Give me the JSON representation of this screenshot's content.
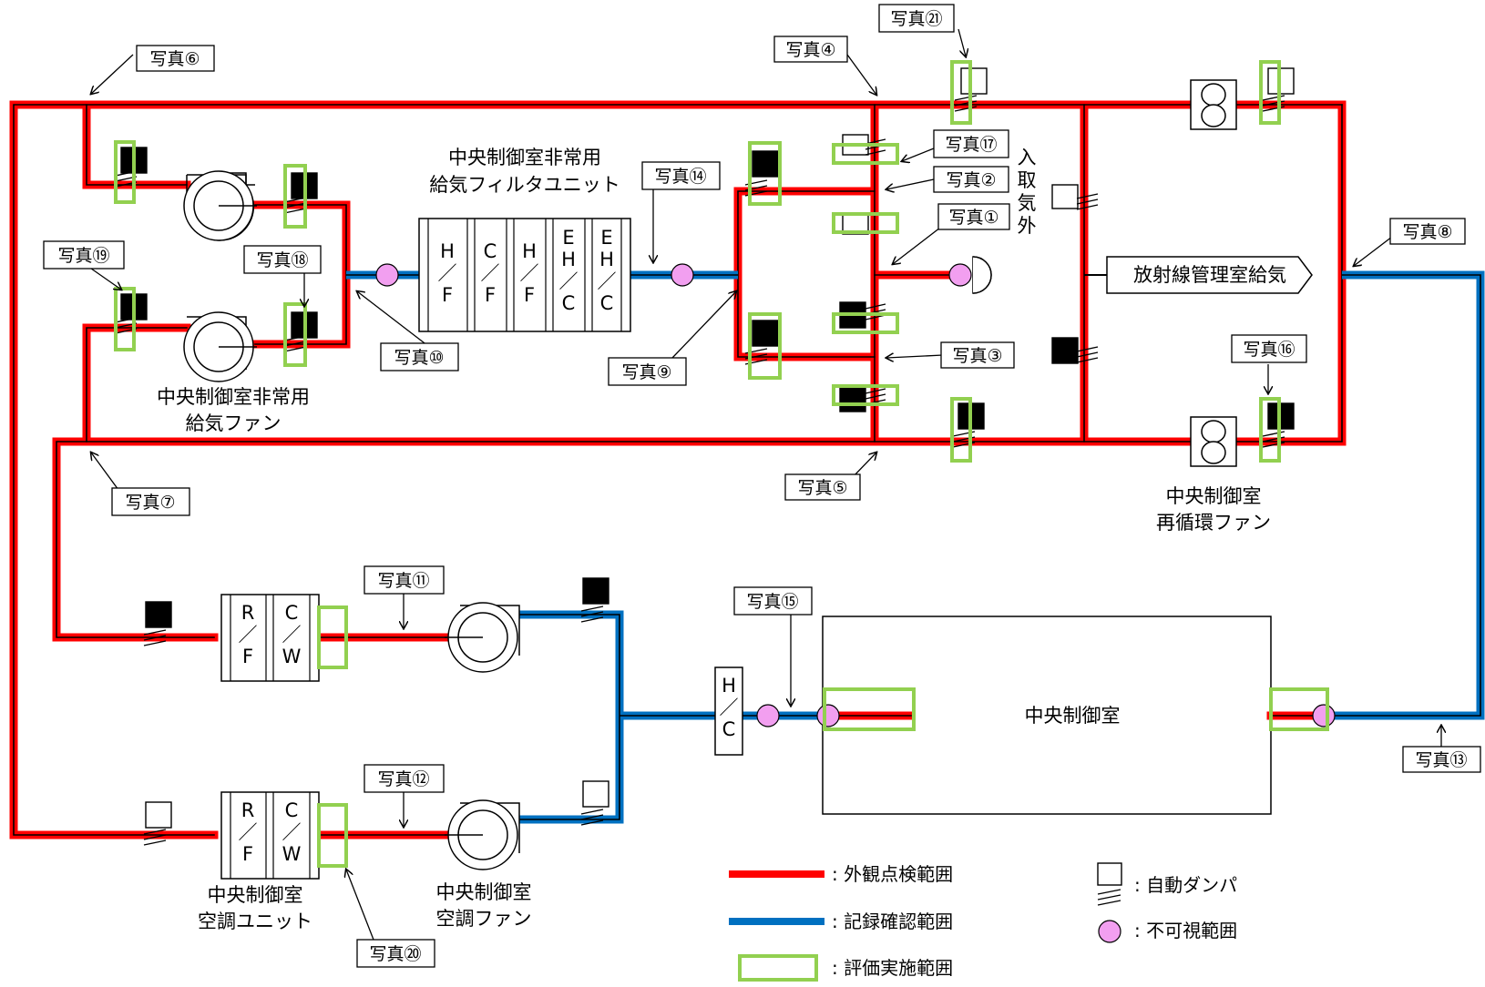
{
  "colors": {
    "red": "#ff0000",
    "blue": "#0070c0",
    "green": "#92d050",
    "pink": "#f29ff0"
  },
  "callouts": {
    "p1": "写真①",
    "p2": "写真②",
    "p3": "写真③",
    "p4": "写真④",
    "p5": "写真⑤",
    "p6": "写真⑥",
    "p7": "写真⑦",
    "p8": "写真⑧",
    "p9": "写真⑨",
    "p10": "写真⑩",
    "p11": "写真⑪",
    "p12": "写真⑫",
    "p13": "写真⑬",
    "p14": "写真⑭",
    "p15": "写真⑮",
    "p16": "写真⑯",
    "p17": "写真⑰",
    "p18": "写真⑱",
    "p19": "写真⑲",
    "p20": "写真⑳",
    "p21": "写真㉑"
  },
  "labels": {
    "emergency_filter_line1": "中央制御室非常用",
    "emergency_filter_line2": "給気フィルタユニット",
    "emergency_fan_line1": "中央制御室非常用",
    "emergency_fan_line2": "給気ファン",
    "recirc_fan_line1": "中央制御室",
    "recirc_fan_line2": "再循環ファン",
    "ahu_line1": "中央制御室",
    "ahu_line2": "空調ユニット",
    "ac_fan_line1": "中央制御室",
    "ac_fan_line2": "空調ファン",
    "control_room": "中央制御室",
    "radiation_supply": "放射線管理室給気",
    "intake_1": "外",
    "intake_2": "気",
    "intake_3": "取",
    "intake_4": "入"
  },
  "filters": {
    "emergency": [
      {
        "top": "H",
        "slash": "／",
        "bottom": "F"
      },
      {
        "top": "C",
        "slash": "／",
        "bottom": "F"
      },
      {
        "top": "H",
        "slash": "／",
        "bottom": "F"
      },
      {
        "top": "E",
        "top2": "H",
        "slash": "／",
        "bottom": "C"
      },
      {
        "top": "E",
        "top2": "H",
        "slash": "／",
        "bottom": "C"
      }
    ],
    "ahu1": [
      {
        "top": "R",
        "slash": "／",
        "bottom": "F"
      },
      {
        "top": "C",
        "slash": "／",
        "bottom": "W"
      }
    ],
    "ahu2": [
      {
        "top": "R",
        "slash": "／",
        "bottom": "F"
      },
      {
        "top": "C",
        "slash": "／",
        "bottom": "W"
      }
    ],
    "hc": {
      "top": "H",
      "slash": "／",
      "bottom": "C"
    }
  },
  "legend": {
    "red_line": ": 外観点検範囲",
    "blue_line": ": 記録確認範囲",
    "green_box": ": 評価実施範囲",
    "damper": ": 自動ダンパ",
    "invisible": ":  不可視範囲"
  }
}
